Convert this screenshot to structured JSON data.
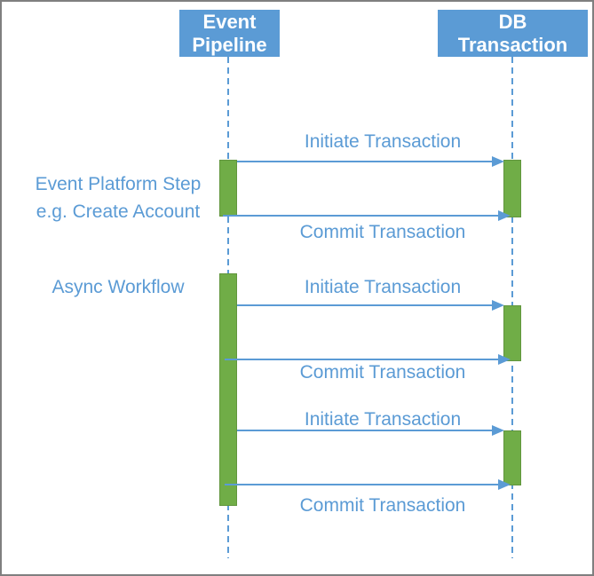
{
  "colors": {
    "blue": "#5B9BD5",
    "green": "#70AD47",
    "green-border": "#61963D",
    "border-gray": "#7F7F7F",
    "white": "#FFFFFF"
  },
  "actors": [
    {
      "name": "Event Pipeline",
      "lines": [
        "Event",
        "Pipeline"
      ]
    },
    {
      "name": "DB Transaction",
      "lines": [
        "DB",
        "Transaction"
      ]
    }
  ],
  "side_labels": [
    {
      "lines": [
        "Event Platform Step",
        "e.g. Create Account"
      ]
    },
    {
      "lines": [
        "Async Workflow"
      ]
    }
  ],
  "messages": [
    {
      "label": "Initiate Transaction",
      "from": "Event Pipeline",
      "to": "DB Transaction"
    },
    {
      "label": "Commit Transaction",
      "from": "Event Pipeline",
      "to": "DB Transaction"
    },
    {
      "label": "Initiate Transaction",
      "from": "Event Pipeline",
      "to": "DB Transaction"
    },
    {
      "label": "Commit Transaction",
      "from": "Event Pipeline",
      "to": "DB Transaction"
    },
    {
      "label": "Initiate Transaction",
      "from": "Event Pipeline",
      "to": "DB Transaction"
    },
    {
      "label": "Commit Transaction",
      "from": "Event Pipeline",
      "to": "DB Transaction"
    }
  ]
}
